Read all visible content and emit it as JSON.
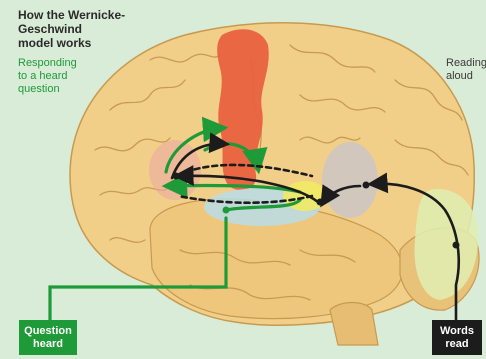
{
  "title_line1": "How the Wernicke-Geschwind",
  "title_line2": "model works",
  "responding_line1": "Responding",
  "responding_line2": "to a heard",
  "responding_line3": "question",
  "reading_line1": "Reading",
  "reading_line2": "aloud",
  "question_line1": "Question",
  "question_line2": "heard",
  "words_line1": "Words",
  "words_line2": "read",
  "colors": {
    "background": "#d9ecd8",
    "brain": "#f1cf88",
    "motor_cortex": "#e8613f",
    "wernicke": "#f0ea63",
    "auditory": "#b9dde9",
    "angular": "#c7c4cf",
    "visual": "#dfefb2",
    "listening_path": "#1f9a38",
    "reading_path": "#1c1c1c"
  }
}
